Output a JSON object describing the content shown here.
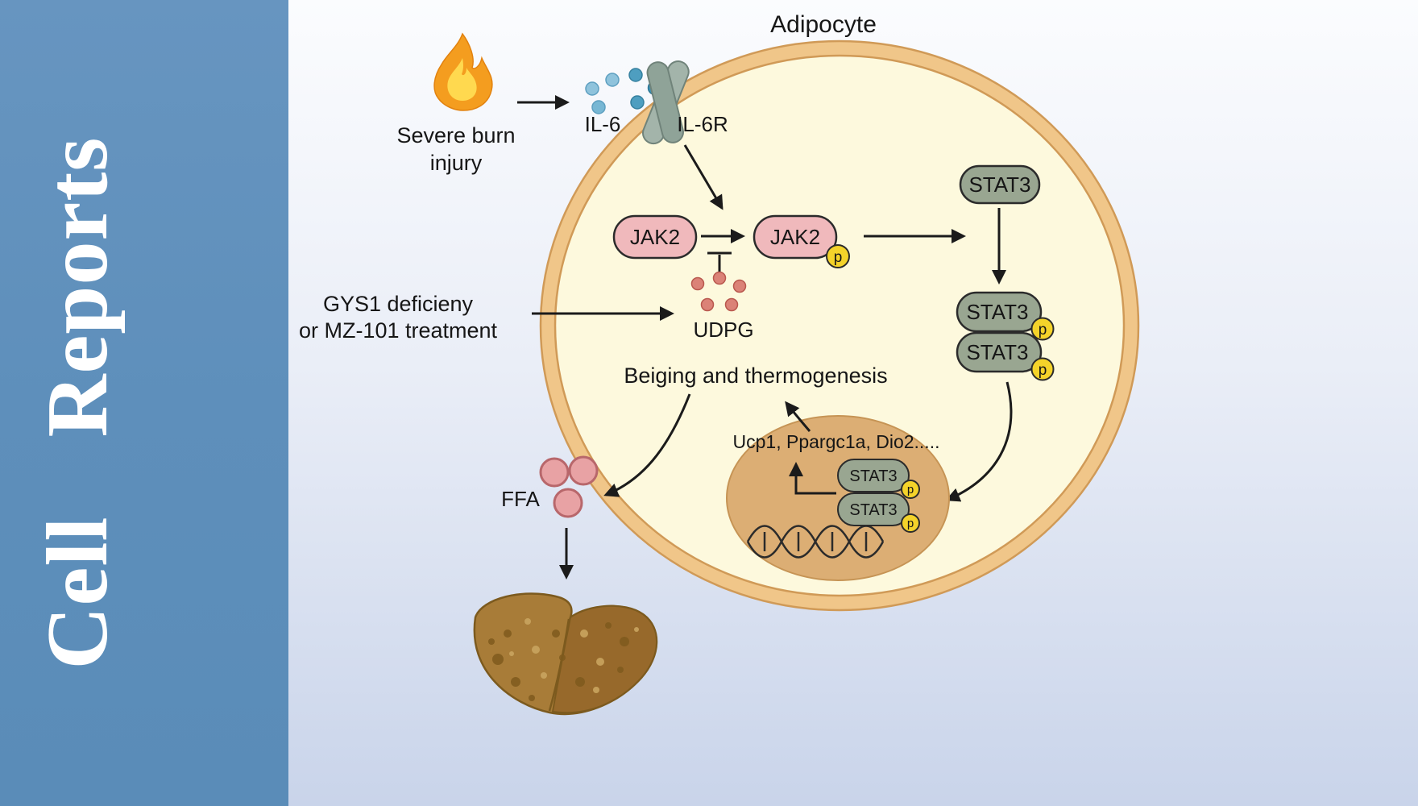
{
  "journal": {
    "name": "Cell Reports"
  },
  "diagram": {
    "cell_label": "Adipocyte",
    "burn_line1": "Severe burn",
    "burn_line2": "injury",
    "il6_label": "IL-6",
    "il6r_label": "IL-6R",
    "jak2_label": "JAK2",
    "jak2p_label": "JAK2",
    "phospho_label": "p",
    "stat3_label": "STAT3",
    "gys1_line1": "GYS1 deficieny",
    "gys1_line2": "or MZ-101 treatment",
    "udpg_label": "UDPG",
    "beiging_label": "Beiging and thermogenesis",
    "genes_label": "Ucp1, Ppargc1a, Dio2.....",
    "ffa_label": "FFA"
  },
  "colors": {
    "sidebar_blue": "#5f90bb",
    "background_top": "#fbfcfe",
    "background_bottom": "#c9d4ea",
    "cell_fill": "#fdf9dd",
    "cell_membrane": "#f0c689",
    "cell_membrane_edge": "#d09a57",
    "jak2_pink": "#f0b9bc",
    "stat3_green": "#99a691",
    "phospho_yellow": "#f4d32a",
    "il6_blue": "#6fb4d4",
    "receptor_gray_green": "#9eb0a7",
    "udpg_red": "#db8277",
    "ffa_pink": "#e8a2a4",
    "nucleus_tan": "#dcae74",
    "liver_brown": "#a87c38",
    "flame_orange": "#f49d1f",
    "flame_yellow": "#ffd94f",
    "arrow_black": "#1b1b1b"
  }
}
